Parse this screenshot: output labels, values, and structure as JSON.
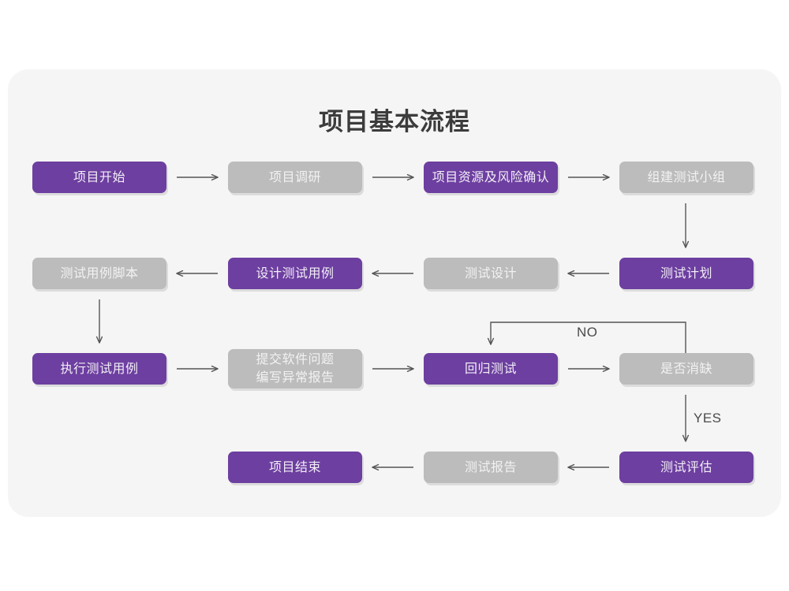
{
  "page": {
    "background": "#ffffff",
    "panel_background": "#f5f5f5",
    "accent_purple": "#6d3fa0",
    "accent_gray": "#bcbcbc",
    "title": "项目基本流程"
  },
  "diagram": {
    "type": "flowchart",
    "nodes": [
      {
        "id": "n1",
        "label": "项目开始",
        "style": "purple",
        "row": 1,
        "col": 1
      },
      {
        "id": "n2",
        "label": "项目调研",
        "style": "gray",
        "row": 1,
        "col": 2
      },
      {
        "id": "n3",
        "label": "项目资源及风险确认",
        "style": "purple",
        "row": 1,
        "col": 3
      },
      {
        "id": "n4",
        "label": "组建测试小组",
        "style": "gray",
        "row": 1,
        "col": 4
      },
      {
        "id": "n5",
        "label": "测试用例脚本",
        "style": "gray",
        "row": 2,
        "col": 1
      },
      {
        "id": "n6",
        "label": "设计测试用例",
        "style": "purple",
        "row": 2,
        "col": 2
      },
      {
        "id": "n7",
        "label": "测试设计",
        "style": "gray",
        "row": 2,
        "col": 3
      },
      {
        "id": "n8",
        "label": "测试计划",
        "style": "purple",
        "row": 2,
        "col": 4
      },
      {
        "id": "n9",
        "label": "执行测试用例",
        "style": "purple",
        "row": 3,
        "col": 1
      },
      {
        "id": "n10",
        "label": "提交软件问题\n编写异常报告",
        "style": "gray",
        "row": 3,
        "col": 2
      },
      {
        "id": "n11",
        "label": "回归测试",
        "style": "purple",
        "row": 3,
        "col": 3
      },
      {
        "id": "n12",
        "label": "是否消缺",
        "style": "gray",
        "row": 3,
        "col": 4
      },
      {
        "id": "n13",
        "label": "项目结束",
        "style": "purple",
        "row": 4,
        "col": 2
      },
      {
        "id": "n14",
        "label": "测试报告",
        "style": "gray",
        "row": 4,
        "col": 3
      },
      {
        "id": "n15",
        "label": "测试评估",
        "style": "purple",
        "row": 4,
        "col": 4
      }
    ],
    "edge_labels": {
      "no": "NO",
      "yes": "YES"
    },
    "edges": [
      {
        "from": "n1",
        "to": "n2",
        "dir": "right"
      },
      {
        "from": "n2",
        "to": "n3",
        "dir": "right"
      },
      {
        "from": "n3",
        "to": "n4",
        "dir": "right"
      },
      {
        "from": "n4",
        "to": "n8",
        "dir": "down"
      },
      {
        "from": "n8",
        "to": "n7",
        "dir": "left"
      },
      {
        "from": "n7",
        "to": "n6",
        "dir": "left"
      },
      {
        "from": "n6",
        "to": "n5",
        "dir": "left"
      },
      {
        "from": "n5",
        "to": "n9",
        "dir": "down"
      },
      {
        "from": "n9",
        "to": "n10",
        "dir": "right"
      },
      {
        "from": "n10",
        "to": "n11",
        "dir": "right"
      },
      {
        "from": "n11",
        "to": "n12",
        "dir": "right"
      },
      {
        "from": "n12",
        "to": "n11",
        "dir": "loop-up-left",
        "label": "NO"
      },
      {
        "from": "n12",
        "to": "n15",
        "dir": "down",
        "label": "YES"
      },
      {
        "from": "n15",
        "to": "n14",
        "dir": "left"
      },
      {
        "from": "n14",
        "to": "n13",
        "dir": "left"
      }
    ]
  }
}
